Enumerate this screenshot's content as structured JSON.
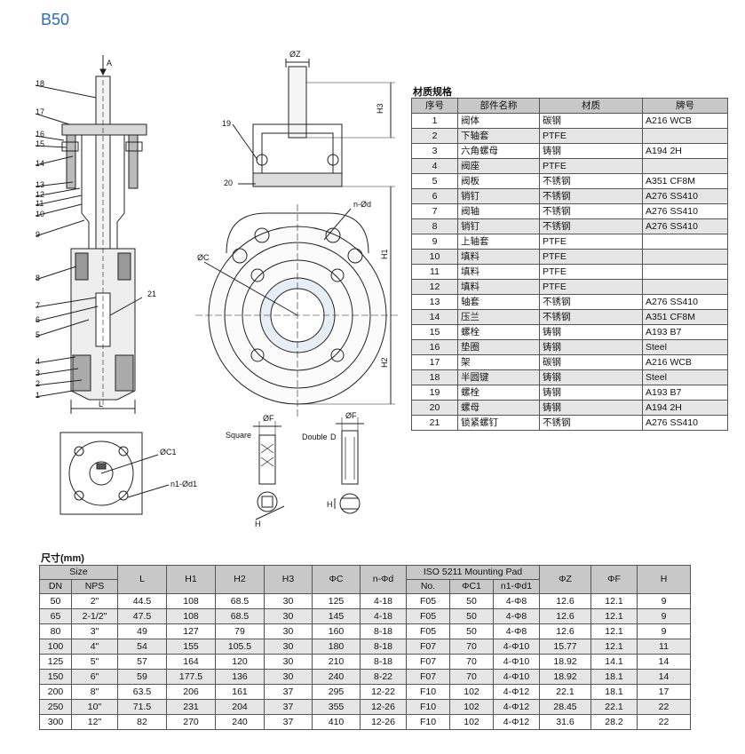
{
  "title": "B50",
  "drawing_labels": {
    "section": {
      "a": "A",
      "l": "L",
      "parts": [
        "18",
        "17",
        "16",
        "15",
        "14",
        "13",
        "12",
        "11",
        "10",
        "9",
        "8",
        "7",
        "6",
        "5",
        "4",
        "3",
        "2",
        "1",
        "21"
      ]
    },
    "front": {
      "oz": "ØZ",
      "h3": "H3",
      "h1": "H1",
      "h2": "H2",
      "oc": "ØC",
      "nd": "n-Ød",
      "p19": "19",
      "p20": "20"
    },
    "flange": {
      "oc1": "ØC1",
      "nd1": "n1-Ød1"
    },
    "stem": {
      "square": "Square",
      "double": "Double",
      "d": "D",
      "of": "ØF",
      "h": "H"
    }
  },
  "materials": {
    "title": "材质规格",
    "headers": [
      "序号",
      "部件名称",
      "材质",
      "牌号"
    ],
    "rows": [
      [
        "1",
        "阀体",
        "碳钢",
        "A216 WCB"
      ],
      [
        "2",
        "下轴套",
        "PTFE",
        ""
      ],
      [
        "3",
        "六角螺母",
        "铸钢",
        "A194 2H"
      ],
      [
        "4",
        "阀座",
        "PTFE",
        ""
      ],
      [
        "5",
        "阀板",
        "不锈钢",
        "A351 CF8M"
      ],
      [
        "6",
        "销钉",
        "不锈钢",
        "A276 SS410"
      ],
      [
        "7",
        "阀轴",
        "不锈钢",
        "A276 SS410"
      ],
      [
        "8",
        "销钉",
        "不锈钢",
        "A276 SS410"
      ],
      [
        "9",
        "上轴套",
        "PTFE",
        ""
      ],
      [
        "10",
        "填料",
        "PTFE",
        ""
      ],
      [
        "11",
        "填料",
        "PTFE",
        ""
      ],
      [
        "12",
        "填料",
        "PTFE",
        ""
      ],
      [
        "13",
        "轴套",
        "不锈钢",
        "A276 SS410"
      ],
      [
        "14",
        "压兰",
        "不锈钢",
        "A351 CF8M"
      ],
      [
        "15",
        "螺栓",
        "铸钢",
        "A193 B7"
      ],
      [
        "16",
        "垫圈",
        "铸钢",
        "Steel"
      ],
      [
        "17",
        "架",
        "碳钢",
        "A216 WCB"
      ],
      [
        "18",
        "半圆键",
        "铸钢",
        "Steel"
      ],
      [
        "19",
        "螺栓",
        "铸钢",
        "A193 B7"
      ],
      [
        "20",
        "螺母",
        "铸钢",
        "A194 2H"
      ],
      [
        "21",
        "锁紧螺钉",
        "不锈钢",
        "A276 SS410"
      ]
    ]
  },
  "dimensions": {
    "title": "尺寸(mm)",
    "header_top": {
      "size": "Size",
      "l": "L",
      "h1": "H1",
      "h2": "H2",
      "h3": "H3",
      "oc": "ΦC",
      "nd": "n-Φd",
      "iso": "ISO 5211 Mounting Pad",
      "oz": "ΦZ",
      "of": "ΦF",
      "h": "H"
    },
    "header_sub": {
      "dn": "DN",
      "nps": "NPS",
      "no": "No.",
      "oc1": "ΦC1",
      "nd1": "n1-Φd1"
    },
    "rows": [
      [
        "50",
        "2\"",
        "44.5",
        "108",
        "68.5",
        "30",
        "125",
        "4-18",
        "F05",
        "50",
        "4-Φ8",
        "12.6",
        "12.1",
        "9"
      ],
      [
        "65",
        "2-1/2\"",
        "47.5",
        "108",
        "68.5",
        "30",
        "145",
        "4-18",
        "F05",
        "50",
        "4-Φ8",
        "12.6",
        "12.1",
        "9"
      ],
      [
        "80",
        "3\"",
        "49",
        "127",
        "79",
        "30",
        "160",
        "8-18",
        "F05",
        "50",
        "4-Φ8",
        "12.6",
        "12.1",
        "9"
      ],
      [
        "100",
        "4\"",
        "54",
        "155",
        "105.5",
        "30",
        "180",
        "8-18",
        "F07",
        "70",
        "4-Φ10",
        "15.77",
        "12.1",
        "11"
      ],
      [
        "125",
        "5\"",
        "57",
        "164",
        "120",
        "30",
        "210",
        "8-18",
        "F07",
        "70",
        "4-Φ10",
        "18.92",
        "14.1",
        "14"
      ],
      [
        "150",
        "6\"",
        "59",
        "177.5",
        "136",
        "30",
        "240",
        "8-22",
        "F07",
        "70",
        "4-Φ10",
        "18.92",
        "18.1",
        "14"
      ],
      [
        "200",
        "8\"",
        "63.5",
        "206",
        "161",
        "37",
        "295",
        "12-22",
        "F10",
        "102",
        "4-Φ12",
        "22.1",
        "18.1",
        "17"
      ],
      [
        "250",
        "10\"",
        "71.5",
        "231",
        "204",
        "37",
        "355",
        "12-26",
        "F10",
        "102",
        "4-Φ12",
        "28.45",
        "22.1",
        "22"
      ],
      [
        "300",
        "12\"",
        "82",
        "270",
        "240",
        "37",
        "410",
        "12-26",
        "F10",
        "102",
        "4-Φ12",
        "31.6",
        "28.2",
        "22"
      ]
    ]
  }
}
